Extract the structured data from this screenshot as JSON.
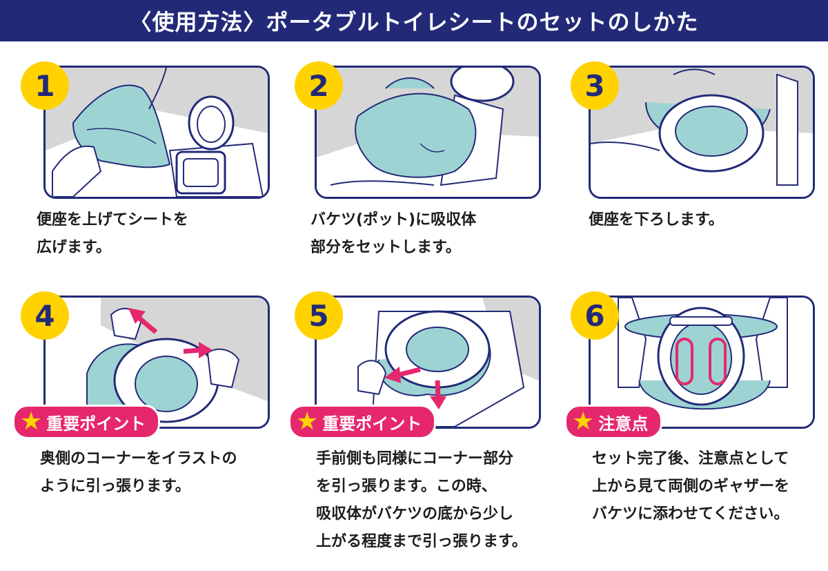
{
  "header": {
    "title": "〈使用方法〉ポータブルトイレシートのセットのしかた"
  },
  "steps": [
    {
      "number": "1",
      "lines": [
        "便座を上げてシートを",
        "広げます。"
      ]
    },
    {
      "number": "2",
      "lines": [
        "バケツ(ポット)に吸収体",
        "部分をセットします。"
      ]
    },
    {
      "number": "3",
      "lines": [
        "便座を下ろします。"
      ]
    },
    {
      "number": "4",
      "point": "重要ポイント",
      "lines": [
        "奥側のコーナーをイラストの",
        "ように引っ張ります。"
      ]
    },
    {
      "number": "5",
      "point": "重要ポイント",
      "lines": [
        "手前側も同様にコーナー部分",
        "を引っ張ります。この時、",
        "吸収体がバケツの底から少し",
        "上がる程度まで引っ張ります。"
      ]
    },
    {
      "number": "6",
      "point": "注意点",
      "lines": [
        "セット完了後、注意点として",
        "上から見て両側のギャザーを",
        "バケツに添わせてください。"
      ]
    }
  ],
  "icons": {
    "point": "star-icon"
  },
  "colors": {
    "navy": "#222a78",
    "yellow": "#ffd200",
    "pink": "#e5286d",
    "sheet": "#9ed3d3",
    "gray": "#d6d6d6"
  }
}
